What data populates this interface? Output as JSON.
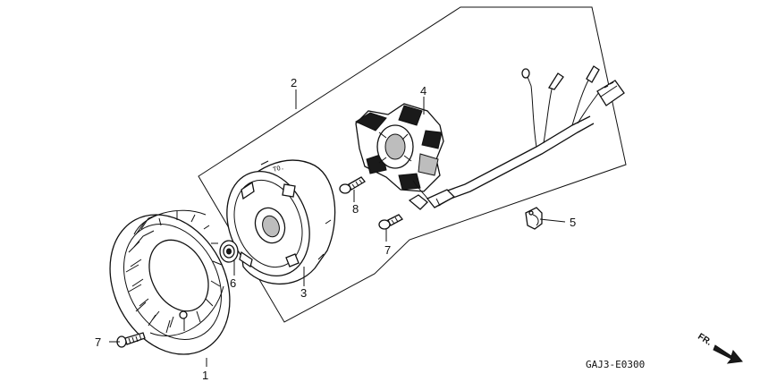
{
  "parts": [
    {
      "id": "flywheel-fan",
      "callout": "1"
    },
    {
      "id": "flywheel-assembly-group",
      "callout": "2"
    },
    {
      "id": "flywheel",
      "callout": "3"
    },
    {
      "id": "stator-exciter-coil",
      "callout": "4"
    },
    {
      "id": "wire-clamp",
      "callout": "5"
    },
    {
      "id": "flange-nut",
      "callout": "6"
    },
    {
      "id": "flange-bolt-lower",
      "callout": "7"
    },
    {
      "id": "flange-bolt-upper",
      "callout": "7"
    },
    {
      "id": "bolt-stator",
      "callout": "8"
    }
  ],
  "diagram_code": "GAJ3-E0300",
  "direction_marker": {
    "label": "FR.",
    "icon": "front-arrow-icon"
  },
  "colors": {
    "ink": "#111111",
    "paper": "#ffffff"
  }
}
